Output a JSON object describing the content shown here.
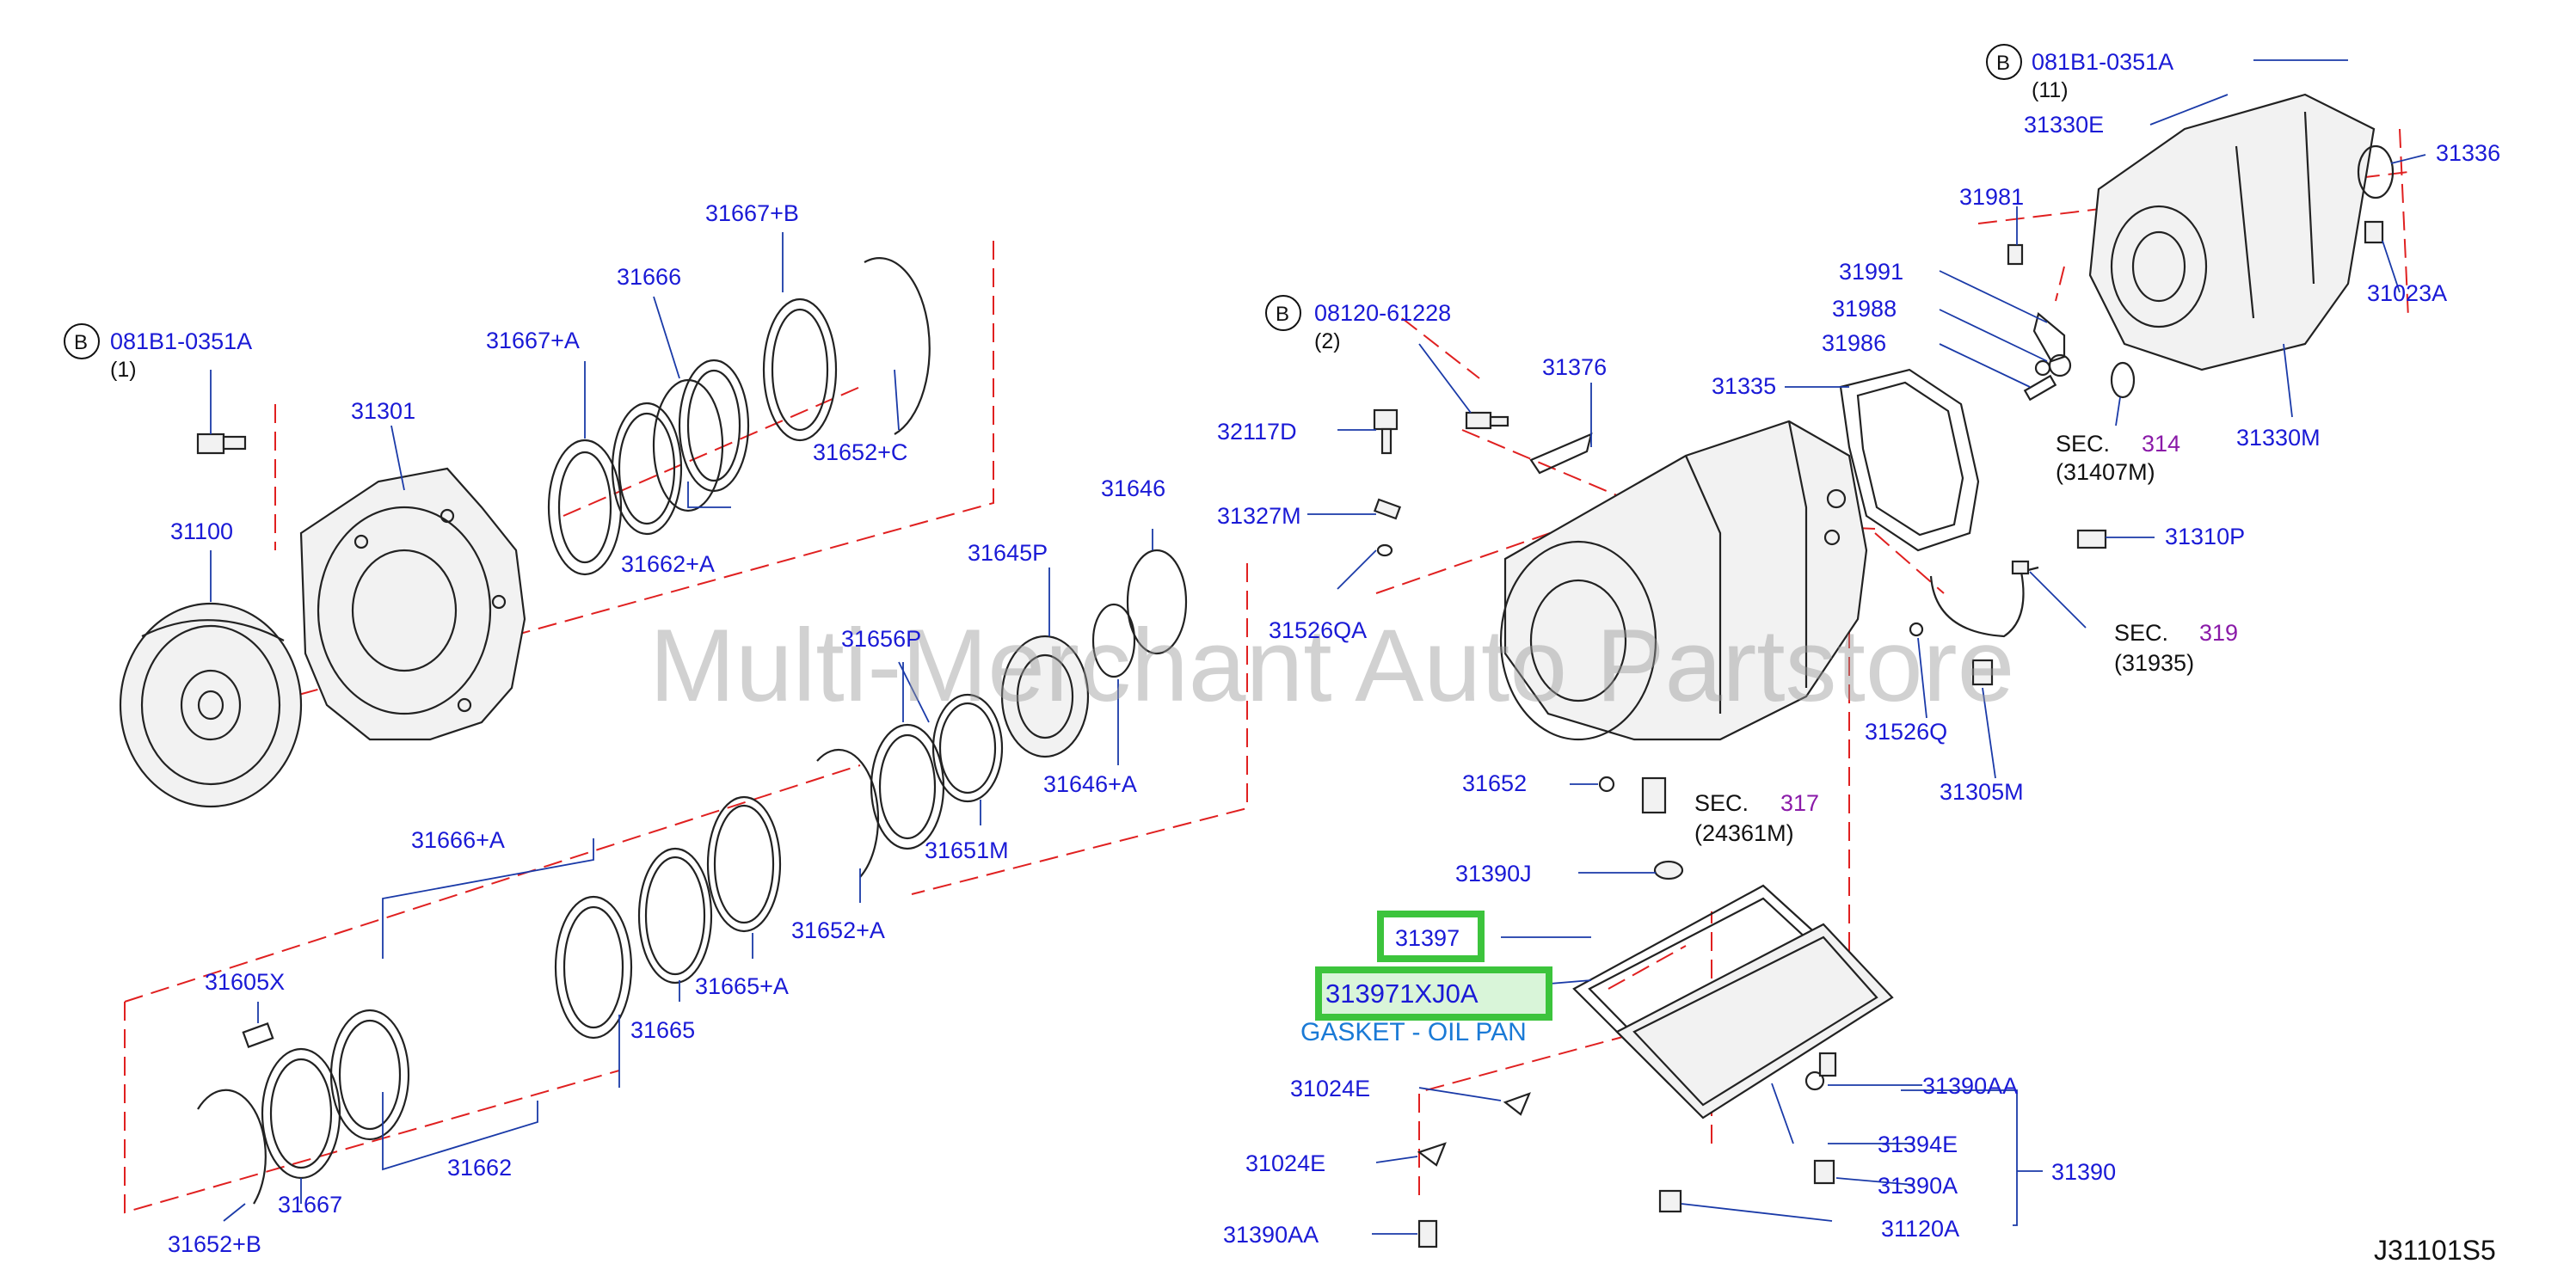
{
  "watermark": "Multi-Merchant Auto Partstore",
  "diagram_code": "J31101S5",
  "callouts": {
    "bolt_left": {
      "bubble": "B",
      "part": "081B1-0351A",
      "qty": "(1)"
    },
    "bolt_top_right": {
      "bubble": "B",
      "part": "081B1-0351A",
      "qty": "(11)"
    },
    "bolt_mid": {
      "bubble": "B",
      "part": "08120-61228",
      "qty": "(2)"
    }
  },
  "labels": {
    "p31667B": "31667+B",
    "p31666": "31666",
    "p31667A": "31667+A",
    "p31301": "31301",
    "p31652C": "31652+C",
    "p31100": "31100",
    "p31662A": "31662+A",
    "p31646": "31646",
    "p31645P": "31645P",
    "p31656P": "31656P",
    "p31646A": "31646+A",
    "p31651M": "31651M",
    "p31666A": "31666+A",
    "p31652A": "31652+A",
    "p31665A": "31665+A",
    "p31605X": "31605X",
    "p31665": "31665",
    "p31667": "31667",
    "p31662": "31662",
    "p31652B": "31652+B",
    "p32117D": "32117D",
    "p31327M": "31327M",
    "p31526QA": "31526QA",
    "p31376": "31376",
    "p31335": "31335",
    "p31981": "31981",
    "p31991": "31991",
    "p31988": "31988",
    "p31986": "31986",
    "p31330E": "31330E",
    "p31336": "31336",
    "p31023A": "31023A",
    "p31330M": "31330M",
    "p31310P": "31310P",
    "p31526Q": "31526Q",
    "p31305M": "31305M",
    "p31652": "31652",
    "p31390J": "31390J",
    "p31397": "31397",
    "p31024E_a": "31024E",
    "p31024E_b": "31024E",
    "p31390AA_a": "31390AA",
    "p31390AA_b": "31390AA",
    "p31394E": "31394E",
    "p31390A": "31390A",
    "p31390": "31390",
    "p31120A": "31120A"
  },
  "sections": {
    "s314": {
      "prefix": "SEC.",
      "num": "314",
      "ref": "(31407M)"
    },
    "s319": {
      "prefix": "SEC.",
      "num": "319",
      "ref": "(31935)"
    },
    "s317": {
      "prefix": "SEC.",
      "num": "317",
      "ref": "(24361M)"
    }
  },
  "highlight": {
    "part_number": "313971XJ0A",
    "description": "GASKET - OIL PAN",
    "color": "#3cc43c"
  },
  "colors": {
    "label": "#1a1ad6",
    "section_num": "#8a1aa8",
    "phantom_line": "#e02020"
  }
}
